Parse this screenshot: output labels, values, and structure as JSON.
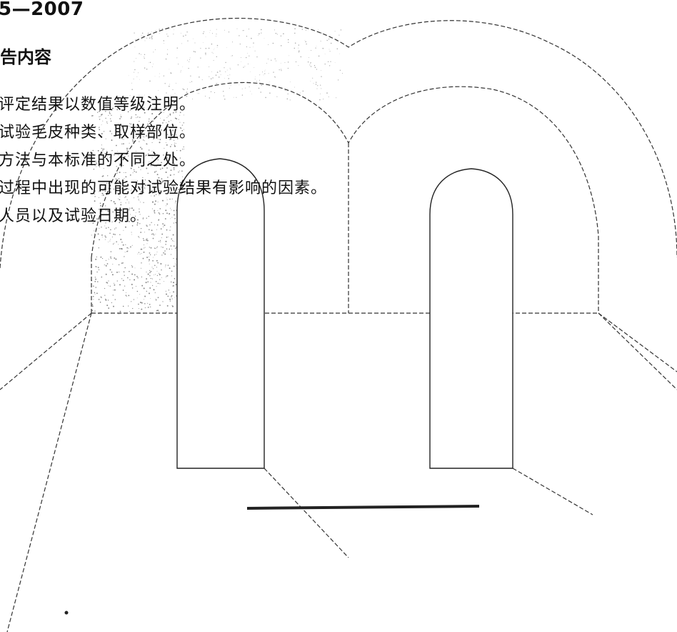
{
  "header": {
    "standard_number": "5—2007"
  },
  "section": {
    "heading": "告内容"
  },
  "report_items": [
    "评定结果以数值等级注明。",
    "试验毛皮种类、取样部位。",
    "方法与本标准的不同之处。",
    "过程中出现的可能对试验结果有影响的因素。",
    "人员以及试验日期。"
  ],
  "colors": {
    "ink": "#111111",
    "drawing_line": "#333333",
    "speckle": "#888888"
  }
}
